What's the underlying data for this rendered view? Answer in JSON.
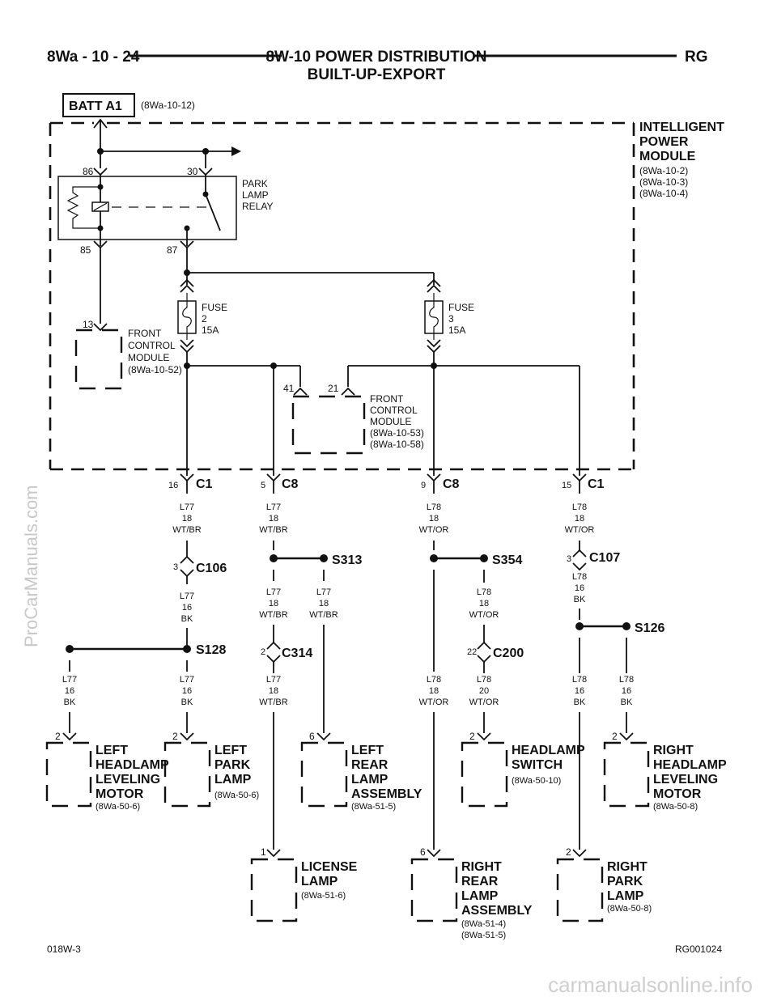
{
  "header": {
    "page": "8Wa - 10 - 24",
    "title_line1": "8W-10 POWER DISTRIBUTION",
    "title_line2": "BUILT-UP-EXPORT",
    "section": "RG"
  },
  "batt": {
    "label": "BATT A1",
    "ref": "(8Wa-10-12)"
  },
  "ipm": {
    "title": [
      "INTELLIGENT",
      "POWER",
      "MODULE"
    ],
    "refs": [
      "(8Wa-10-2)",
      "(8Wa-10-3)",
      "(8Wa-10-4)"
    ]
  },
  "relay": {
    "label": [
      "PARK",
      "LAMP",
      "RELAY"
    ],
    "pins": {
      "p86": "86",
      "p30": "30",
      "p85": "85",
      "p87": "87"
    }
  },
  "fuse2": {
    "label": [
      "FUSE",
      "2",
      "15A"
    ]
  },
  "fuse3": {
    "label": [
      "FUSE",
      "3",
      "15A"
    ]
  },
  "fcm1": {
    "pin": "13",
    "label": [
      "FRONT",
      "CONTROL",
      "MODULE",
      "(8Wa-10-52)"
    ]
  },
  "fcm2": {
    "pin_a": "41",
    "pin_b": "21",
    "label": [
      "FRONT",
      "CONTROL",
      "MODULE",
      "(8Wa-10-53)",
      "(8Wa-10-58)"
    ]
  },
  "connectors": {
    "c1a": {
      "pin": "16",
      "name": "C1"
    },
    "c8a": {
      "pin": "5",
      "name": "C8"
    },
    "c8b": {
      "pin": "9",
      "name": "C8"
    },
    "c1b": {
      "pin": "15",
      "name": "C1"
    },
    "c106": {
      "pin": "3",
      "name": "C106"
    },
    "c107": {
      "pin": "3",
      "name": "C107"
    },
    "c314": {
      "pin": "2",
      "name": "C314"
    },
    "c200": {
      "pin": "22",
      "name": "C200"
    }
  },
  "splices": {
    "s313": "S313",
    "s354": "S354",
    "s128": "S128",
    "s126": "S126"
  },
  "wires": {
    "w1": [
      "L77",
      "18",
      "WT/BR"
    ],
    "w2": [
      "L77",
      "18",
      "WT/BR"
    ],
    "w3": [
      "L78",
      "18",
      "WT/OR"
    ],
    "w4": [
      "L78",
      "18",
      "WT/OR"
    ],
    "w5": [
      "L77",
      "16",
      "BK"
    ],
    "w6": [
      "L77",
      "18",
      "WT/BR"
    ],
    "w7": [
      "L77",
      "18",
      "WT/BR"
    ],
    "w8": [
      "L78",
      "18",
      "WT/OR"
    ],
    "w9": [
      "L78",
      "16",
      "BK"
    ],
    "w10": [
      "L77",
      "16",
      "BK"
    ],
    "w11": [
      "L77",
      "16",
      "BK"
    ],
    "w12": [
      "L77",
      "18",
      "WT/BR"
    ],
    "w13": [
      "L78",
      "18",
      "WT/OR"
    ],
    "w14": [
      "L78",
      "20",
      "WT/OR"
    ],
    "w15": [
      "L78",
      "16",
      "BK"
    ],
    "w16": [
      "L78",
      "16",
      "BK"
    ]
  },
  "components": {
    "lhl": {
      "pin": "2",
      "name": [
        "LEFT",
        "HEADLAMP",
        "LEVELING",
        "MOTOR"
      ],
      "ref": "(8Wa-50-6)"
    },
    "lpl": {
      "pin": "2",
      "name": [
        "LEFT",
        "PARK",
        "LAMP"
      ],
      "ref": "(8Wa-50-6)"
    },
    "lrl": {
      "pin": "6",
      "name": [
        "LEFT",
        "REAR",
        "LAMP",
        "ASSEMBLY"
      ],
      "ref": "(8Wa-51-5)"
    },
    "hsw": {
      "pin": "2",
      "name": [
        "HEADLAMP",
        "SWITCH"
      ],
      "ref": "(8Wa-50-10)"
    },
    "rhl": {
      "pin": "2",
      "name": [
        "RIGHT",
        "HEADLAMP",
        "LEVELING",
        "MOTOR"
      ],
      "ref": "(8Wa-50-8)"
    },
    "lic": {
      "pin": "1",
      "name": [
        "LICENSE",
        "LAMP"
      ],
      "ref": "(8Wa-51-6)"
    },
    "rrl": {
      "pin": "6",
      "name": [
        "RIGHT",
        "REAR",
        "LAMP",
        "ASSEMBLY"
      ],
      "refs": [
        "(8Wa-51-4)",
        "(8Wa-51-5)"
      ]
    },
    "rpl": {
      "pin": "2",
      "name": [
        "RIGHT",
        "PARK",
        "LAMP"
      ],
      "ref": "(8Wa-50-8)"
    }
  },
  "footer": {
    "left": "018W-3",
    "right": "RG001024"
  },
  "watermarks": {
    "side": "ProCarManuals.com",
    "bottom": "carmanualsonline.info"
  }
}
